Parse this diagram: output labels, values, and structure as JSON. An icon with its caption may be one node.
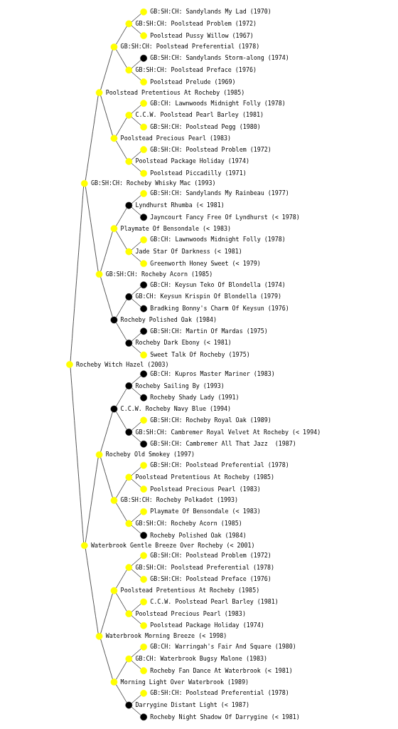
{
  "diagram": {
    "nodes": [
      {
        "text": [],
        "shape": "circle",
        "beside": [
          "Rocheby Witch Hazel (2003)"
        ]
      },
      {
        "text": [],
        "shape": "circle",
        "beside": [
          "GB:SH:CH: Rocheby Whisky Mac (1993)"
        ]
      },
      {
        "text": [],
        "shape": "circle",
        "beside": [
          "Waterbrook Gentle Breeze Over Rocheby (< 2001)"
        ]
      },
      {
        "text": [],
        "shape": "circle",
        "beside": [
          "Poolstead Pretentious At Rocheby (1985)"
        ]
      },
      {
        "text": [],
        "shape": "circle",
        "beside": [
          "GB:SH:CH: Rocheby Acorn (1985)"
        ]
      },
      {
        "text": [],
        "shape": "circle",
        "beside": [
          "Rocheby Old Smokey (1997)"
        ]
      },
      {
        "text": [],
        "shape": "circle",
        "beside": [
          "Waterbrook Morning Breeze (< 1998)"
        ]
      },
      {
        "text": [],
        "shape": "circle",
        "beside": [
          "GB:SH:CH: Poolstead Preferential (1978)"
        ]
      },
      {
        "text": [],
        "shape": "circle",
        "beside": [
          "Poolstead Precious Pearl (1983)"
        ]
      },
      {
        "text": [],
        "shape": "circle",
        "beside": [
          "Playmate Of Bensondale (< 1983)"
        ]
      },
      {
        "text": [],
        "shape": "circle",
        "beside": [
          "Rocheby Polished Oak (1984)"
        ]
      },
      {
        "text": [],
        "shape": "circle",
        "beside": [
          "C.C.W. Rocheby Navy Blue (1994)"
        ]
      },
      {
        "text": [],
        "shape": "circle",
        "beside": [
          "GB:SH:CH: Rocheby Polkadot (1993)"
        ]
      },
      {
        "text": [],
        "shape": "circle",
        "beside": [
          "Poolstead Pretentious At Rocheby (1985)"
        ]
      },
      {
        "text": [],
        "shape": "circle",
        "beside": [
          "Morning Light Over Waterbrook (1989)"
        ]
      },
      {
        "text": [],
        "shape": "circle",
        "beside": [
          "GB:SH:CH: Poolstead Problem (1972)"
        ]
      },
      {
        "text": [],
        "shape": "circle",
        "beside": [
          "GB:SH:CH: Poolstead Preface (1976)"
        ]
      },
      {
        "text": [],
        "shape": "circle",
        "beside": [
          "C.C.W. Poolstead Pearl Barley (1981)"
        ]
      },
      {
        "text": [],
        "shape": "circle",
        "beside": [
          "Poolstead Package Holiday (1974)"
        ]
      },
      {
        "text": [],
        "shape": "circle",
        "beside": [
          "Lyndhurst Rhumba (< 1981)"
        ]
      },
      {
        "text": [],
        "shape": "circle",
        "beside": [
          "Jade Star Of Darkness (< 1981)"
        ]
      },
      {
        "text": [],
        "shape": "circle",
        "beside": [
          "GB:CH: Keysun Krispin Of Blondella (1979)"
        ]
      },
      {
        "text": [],
        "shape": "circle",
        "beside": [
          "Rocheby Dark Ebony (< 1981)"
        ]
      },
      {
        "text": [],
        "shape": "circle",
        "beside": [
          "Rocheby Sailing By (1993)"
        ]
      },
      {
        "text": [],
        "shape": "circle",
        "beside": [
          "GB:SH:CH: Cambremer Royal Velvet At Rocheby (< 1994)"
        ]
      },
      {
        "text": [],
        "shape": "circle",
        "beside": [
          "Poolstead Pretentious At Rocheby (1985)"
        ]
      },
      {
        "text": [],
        "shape": "circle",
        "beside": [
          "GB:SH:CH: Rocheby Acorn (1985)"
        ]
      },
      {
        "text": [],
        "shape": "circle",
        "beside": [
          "GB:SH:CH: Poolstead Preferential (1978)"
        ]
      },
      {
        "text": [],
        "shape": "circle",
        "beside": [
          "Poolstead Precious Pearl (1983)"
        ]
      },
      {
        "text": [],
        "shape": "circle",
        "beside": [
          "GB:CH: Waterbrook Bugsy Malone (1983)"
        ]
      },
      {
        "text": [],
        "shape": "circle",
        "beside": [
          "Darrygine Distant Light (< 1987)"
        ]
      },
      {
        "text": [],
        "shape": "circle",
        "beside": [
          "GB:SH:CH: Sandylands My Lad (1970)"
        ]
      },
      {
        "text": [],
        "shape": "circle",
        "beside": [
          "Poolstead Pussy Willow (1967)"
        ]
      },
      {
        "text": [],
        "shape": "circle",
        "beside": [
          "GB:SH:CH: Sandylands Storm-along (1974)"
        ]
      },
      {
        "text": [],
        "shape": "circle",
        "beside": [
          "Poolstead Prelude (1969)"
        ]
      },
      {
        "text": [],
        "shape": "circle",
        "beside": [
          "GB:CH: Lawnwoods Midnight Folly (1978)"
        ]
      },
      {
        "text": [],
        "shape": "circle",
        "beside": [
          "GB:SH:CH: Poolstead Pegg (1980)"
        ]
      },
      {
        "text": [],
        "shape": "circle",
        "beside": [
          "GB:SH:CH: Poolstead Problem (1972)"
        ]
      },
      {
        "text": [],
        "shape": "circle",
        "beside": [
          "Poolstead Piccadilly (1971)"
        ]
      },
      {
        "text": [],
        "shape": "circle",
        "beside": [
          "GB:SH:CH: Sandylands My Rainbeau (1977)"
        ]
      },
      {
        "text": [],
        "shape": "circle",
        "beside": [
          "Jayncourt Fancy Free Of Lyndhurst (< 1978)"
        ]
      },
      {
        "text": [],
        "shape": "circle",
        "beside": [
          "GB:CH: Lawnwoods Midnight Folly (1978)"
        ]
      },
      {
        "text": [],
        "shape": "circle",
        "beside": [
          "Greenworth Honey Sweet (< 1979)"
        ]
      },
      {
        "text": [],
        "shape": "circle",
        "beside": [
          "GB:CH: Keysun Teko Of Blondella (1974)"
        ]
      },
      {
        "text": [],
        "shape": "circle",
        "beside": [
          "Bradking Bonny's Charm Of Keysun (1976)"
        ]
      },
      {
        "text": [],
        "shape": "circle",
        "beside": [
          "GB:SH:CH: Martin Of Mardas (1975)"
        ]
      },
      {
        "text": [],
        "shape": "circle",
        "beside": [
          "Sweet Talk Of Rocheby (1975)"
        ]
      },
      {
        "text": [],
        "shape": "circle",
        "beside": [
          "GB:CH: Kupros Master Mariner (1983)"
        ]
      },
      {
        "text": [],
        "shape": "circle",
        "beside": [
          "Rocheby Shady Lady (1991)"
        ]
      },
      {
        "text": [],
        "shape": "circle",
        "beside": [
          "GB:SH:CH: Rocheby Royal Oak (1989)"
        ]
      },
      {
        "text": [],
        "shape": "circle",
        "beside": [
          "GB:SH:CH: Cambremer All That Jazz  (1987)"
        ]
      },
      {
        "text": [],
        "shape": "circle",
        "beside": [
          "GB:SH:CH: Poolstead Preferential (1978)"
        ]
      },
      {
        "text": [],
        "shape": "circle",
        "beside": [
          "Poolstead Precious Pearl (1983)"
        ]
      },
      {
        "text": [],
        "shape": "circle",
        "beside": [
          "Playmate Of Bensondale (< 1983)"
        ]
      },
      {
        "text": [],
        "shape": "circle",
        "beside": [
          "Rocheby Polished Oak (1984)"
        ]
      },
      {
        "text": [],
        "shape": "circle",
        "beside": [
          "GB:SH:CH: Poolstead Problem (1972)"
        ]
      },
      {
        "text": [],
        "shape": "circle",
        "beside": [
          "GB:SH:CH: Poolstead Preface (1976)"
        ]
      },
      {
        "text": [],
        "shape": "circle",
        "beside": [
          "C.C.W. Poolstead Pearl Barley (1981)"
        ]
      },
      {
        "text": [],
        "shape": "circle",
        "beside": [
          "Poolstead Package Holiday (1974)"
        ]
      },
      {
        "text": [],
        "shape": "circle",
        "beside": [
          "GB:CH: Warringah's Fair And Square (1980)"
        ]
      },
      {
        "text": [],
        "shape": "circle",
        "beside": [
          "Rocheby Fan Dance At Waterbrook (< 1981)"
        ]
      },
      {
        "text": [],
        "shape": "circle",
        "beside": [
          "GB:SH:CH: Poolstead Preferential (1978)"
        ]
      },
      {
        "text": [],
        "shape": "circle",
        "beside": [
          "Rocheby Night Shadow Of Darrygine (< 1981)"
        ]
      }
    ],
    "edges": [
      {
        "from": 0,
        "to": 1,
        "arrow": "none"
      },
      {
        "from": 0,
        "to": 2,
        "arrow": "none"
      },
      {
        "from": 1,
        "to": 3,
        "arrow": "none"
      },
      {
        "from": 1,
        "to": 4,
        "arrow": "none"
      },
      {
        "from": 2,
        "to": 5,
        "arrow": "none"
      },
      {
        "from": 2,
        "to": 6,
        "arrow": "none"
      },
      {
        "from": 3,
        "to": 7,
        "arrow": "none"
      },
      {
        "from": 3,
        "to": 8,
        "arrow": "none"
      },
      {
        "from": 4,
        "to": 9,
        "arrow": "none"
      },
      {
        "from": 4,
        "to": 10,
        "arrow": "none"
      },
      {
        "from": 5,
        "to": 11,
        "arrow": "none"
      },
      {
        "from": 5,
        "to": 12,
        "arrow": "none"
      },
      {
        "from": 6,
        "to": 13,
        "arrow": "none"
      },
      {
        "from": 6,
        "to": 14,
        "arrow": "none"
      },
      {
        "from": 7,
        "to": 15,
        "arrow": "none"
      },
      {
        "from": 7,
        "to": 16,
        "arrow": "none"
      },
      {
        "from": 8,
        "to": 17,
        "arrow": "none"
      },
      {
        "from": 8,
        "to": 18,
        "arrow": "none"
      },
      {
        "from": 9,
        "to": 19,
        "arrow": "none"
      },
      {
        "from": 9,
        "to": 20,
        "arrow": "none"
      },
      {
        "from": 10,
        "to": 21,
        "arrow": "none"
      },
      {
        "from": 10,
        "to": 22,
        "arrow": "none"
      },
      {
        "from": 11,
        "to": 23,
        "arrow": "none"
      },
      {
        "from": 11,
        "to": 24,
        "arrow": "none"
      },
      {
        "from": 12,
        "to": 25,
        "arrow": "none"
      },
      {
        "from": 12,
        "to": 26,
        "arrow": "none"
      },
      {
        "from": 13,
        "to": 27,
        "arrow": "none"
      },
      {
        "from": 13,
        "to": 28,
        "arrow": "none"
      },
      {
        "from": 14,
        "to": 29,
        "arrow": "none"
      },
      {
        "from": 14,
        "to": 30,
        "arrow": "none"
      },
      {
        "from": 15,
        "to": 31,
        "arrow": "none"
      },
      {
        "from": 15,
        "to": 32,
        "arrow": "none"
      },
      {
        "from": 16,
        "to": 33,
        "arrow": "none"
      },
      {
        "from": 16,
        "to": 34,
        "arrow": "none"
      },
      {
        "from": 17,
        "to": 35,
        "arrow": "none"
      },
      {
        "from": 17,
        "to": 36,
        "arrow": "none"
      },
      {
        "from": 18,
        "to": 37,
        "arrow": "none"
      },
      {
        "from": 18,
        "to": 38,
        "arrow": "none"
      },
      {
        "from": 19,
        "to": 39,
        "arrow": "none"
      },
      {
        "from": 19,
        "to": 40,
        "arrow": "none"
      },
      {
        "from": 20,
        "to": 41,
        "arrow": "none"
      },
      {
        "from": 20,
        "to": 42,
        "arrow": "none"
      },
      {
        "from": 21,
        "to": 43,
        "arrow": "none"
      },
      {
        "from": 21,
        "to": 44,
        "arrow": "none"
      },
      {
        "from": 22,
        "to": 45,
        "arrow": "none"
      },
      {
        "from": 22,
        "to": 46,
        "arrow": "none"
      },
      {
        "from": 23,
        "to": 47,
        "arrow": "none"
      },
      {
        "from": 23,
        "to": 48,
        "arrow": "none"
      },
      {
        "from": 24,
        "to": 49,
        "arrow": "none"
      },
      {
        "from": 24,
        "to": 50,
        "arrow": "none"
      },
      {
        "from": 25,
        "to": 51,
        "arrow": "none"
      },
      {
        "from": 25,
        "to": 52,
        "arrow": "none"
      },
      {
        "from": 26,
        "to": 53,
        "arrow": "none"
      },
      {
        "from": 26,
        "to": 54,
        "arrow": "none"
      },
      {
        "from": 27,
        "to": 55,
        "arrow": "none"
      },
      {
        "from": 27,
        "to": 56,
        "arrow": "none"
      },
      {
        "from": 28,
        "to": 57,
        "arrow": "none"
      },
      {
        "from": 28,
        "to": 58,
        "arrow": "none"
      },
      {
        "from": 29,
        "to": 59,
        "arrow": "none"
      },
      {
        "from": 29,
        "to": 60,
        "arrow": "none"
      },
      {
        "from": 30,
        "to": 61,
        "arrow": "none"
      },
      {
        "from": 30,
        "to": 62,
        "arrow": "none"
      }
    ]
  }
}
